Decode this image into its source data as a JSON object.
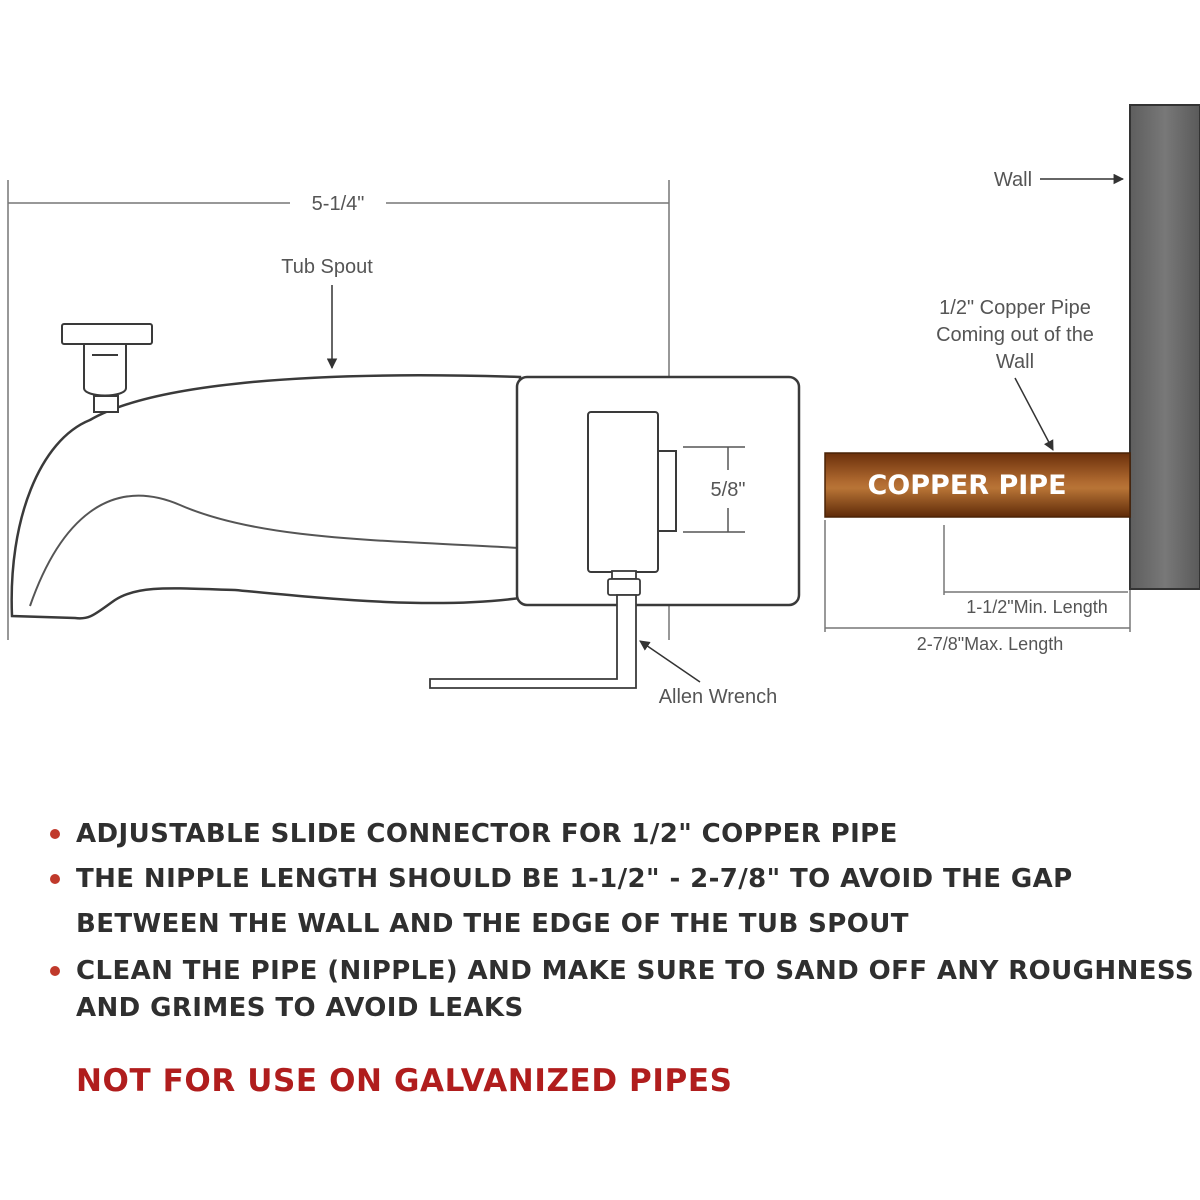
{
  "diagram": {
    "dim_overall": "5-1/4\"",
    "label_tub_spout": "Tub Spout",
    "label_wall": "Wall",
    "label_copper_pipe_line1": "1/2\" Copper Pipe",
    "label_copper_pipe_line2": "Coming out of the",
    "label_copper_pipe_line3": "Wall",
    "pipe_text": "COPPER PIPE",
    "dim_connector": "5/8\"",
    "label_allen_wrench": "Allen Wrench",
    "dim_min_length": "1-1/2\"Min. Length",
    "dim_max_length": "2-7/8\"Max. Length"
  },
  "notes": [
    {
      "lines": [
        "ADJUSTABLE SLIDE CONNECTOR FOR 1/2\" COPPER PIPE"
      ]
    },
    {
      "lines": [
        "THE NIPPLE LENGTH SHOULD BE 1-1/2\" - 2-7/8\" TO AVOID THE GAP",
        "BETWEEN THE WALL AND THE EDGE OF THE TUB SPOUT"
      ]
    },
    {
      "lines": [
        "CLEAN THE PIPE (NIPPLE) AND MAKE SURE TO SAND OFF ANY ROUGHNESS",
        "AND GRIMES TO AVOID LEAKS"
      ]
    }
  ],
  "warning": "NOT FOR USE ON GALVANIZED PIPES",
  "colors": {
    "copper_dark": "#7a3a10",
    "copper_light": "#c07a3e",
    "wall": "#6e6e6e",
    "bullet": "#c0392b",
    "warning": "#b01d1d",
    "outline": "#3a3a3a"
  }
}
